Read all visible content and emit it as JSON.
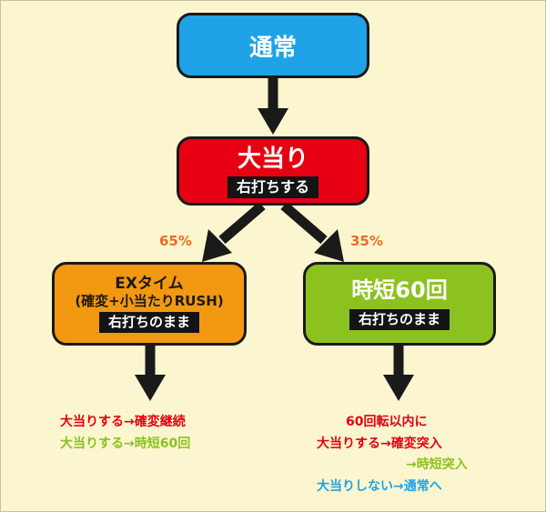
{
  "colors": {
    "background": "#fbf6cf",
    "normal_box": "#1fa3e6",
    "jackpot_box": "#e60012",
    "ex_box": "#f39811",
    "jitan_box": "#8cc21f",
    "red_text": "#e60012",
    "green_text": "#8cc21f",
    "blue_text": "#1fa3e6",
    "percent_text": "#ee6b22"
  },
  "nodes": {
    "normal": {
      "label": "通常"
    },
    "jackpot": {
      "label": "大当り",
      "tag": "右打ちする"
    },
    "ex": {
      "line1": "EXタイム",
      "line2": "(確変+小当たりRUSH)",
      "tag": "右打ちのまま"
    },
    "jitan": {
      "label": "時短60回",
      "tag": "右打ちのまま"
    }
  },
  "edges": {
    "left_percent": "65%",
    "right_percent": "35%"
  },
  "outcomes": {
    "ex": [
      "大当りする→確変継続",
      "大当りする→時短60回"
    ],
    "jitan": [
      "60回転以内に",
      "大当りする→確変突入",
      "→時短突入",
      "大当りしない→通常へ"
    ]
  }
}
